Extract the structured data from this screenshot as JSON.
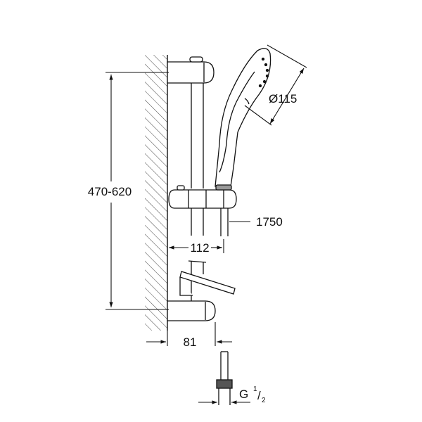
{
  "drawing": {
    "line_color": "#111111",
    "hatch_color": "#555555",
    "dimensions": {
      "rail_height": "470-620",
      "head_diameter": "Ø115",
      "hose_length": "1750",
      "projection_holder": "112",
      "projection_wall_bracket": "81",
      "connection_thread_prefix": "G",
      "connection_thread_num": "1",
      "connection_thread_den": "2"
    }
  }
}
